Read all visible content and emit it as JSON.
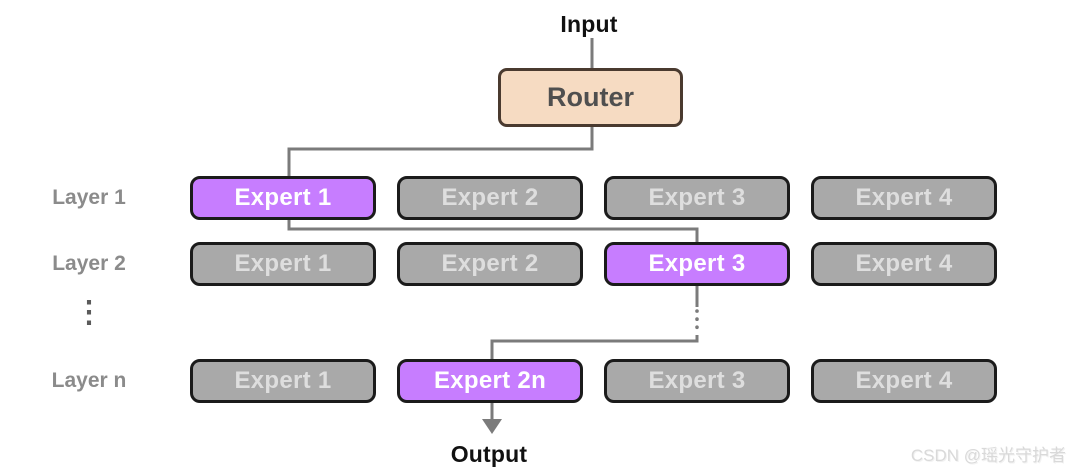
{
  "diagram": {
    "input_label": "Input",
    "router_label": "Router",
    "output_label": "Output",
    "vertical_ellipsis": "⋮",
    "layers": [
      {
        "label": "Layer 1",
        "experts": [
          {
            "label": "Expert 1",
            "selected": true
          },
          {
            "label": "Expert 2",
            "selected": false
          },
          {
            "label": "Expert 3",
            "selected": false
          },
          {
            "label": "Expert 4",
            "selected": false
          }
        ]
      },
      {
        "label": "Layer 2",
        "experts": [
          {
            "label": "Expert 1",
            "selected": false
          },
          {
            "label": "Expert 2",
            "selected": false
          },
          {
            "label": "Expert 3",
            "selected": true
          },
          {
            "label": "Expert 4",
            "selected": false
          }
        ]
      },
      {
        "label": "Layer n",
        "experts": [
          {
            "label": "Expert 1",
            "selected": false
          },
          {
            "label": "Expert 2n",
            "selected": true
          },
          {
            "label": "Expert 3",
            "selected": false
          },
          {
            "label": "Expert 4",
            "selected": false
          }
        ]
      }
    ],
    "colors": {
      "router_fill": "#f6dbc2",
      "router_border": "#4a3a2f",
      "selected_expert_fill": "#c77dff",
      "expert_fill": "#a9a9a9",
      "box_border": "#1b1b1b",
      "connector": "#7b7b7b"
    }
  },
  "watermark": "CSDN @瑶光守护者"
}
